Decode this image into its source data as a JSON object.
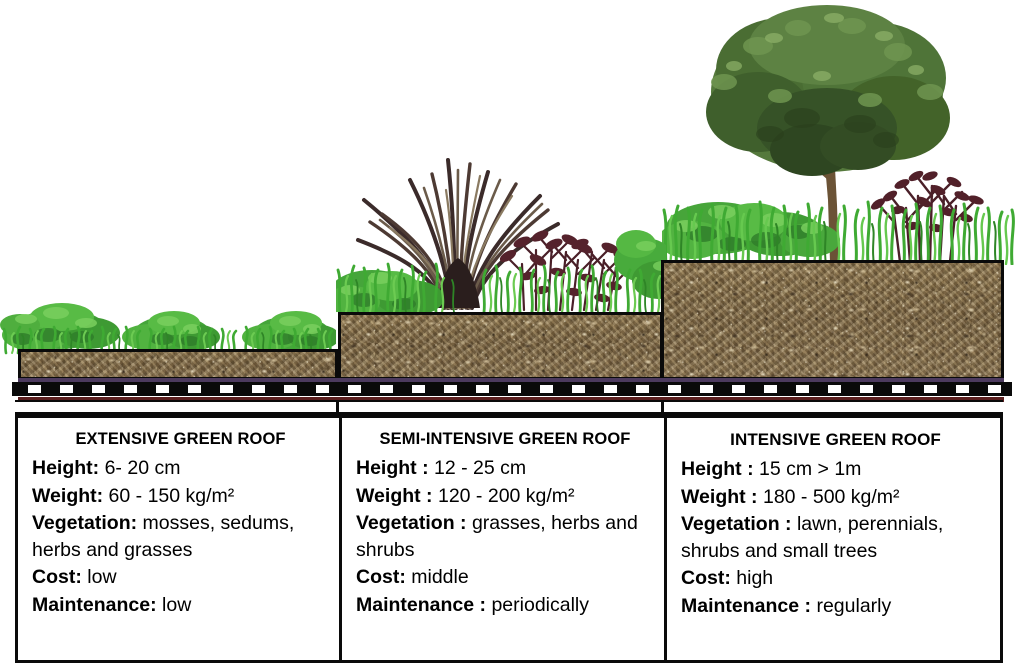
{
  "figure": {
    "title": "Green roof types comparison",
    "colors": {
      "substrate": "#8a7550",
      "filter_layer": "#4c3a5e",
      "drainage_layer": "#0a0a0a",
      "waterproof_layer": "#5c1f1f",
      "deck": "#ffffff",
      "outline": "#0a0a0a",
      "grass_green": "#3faa33",
      "foliage_green": "#2f7d2a",
      "tree_canopy": "#4a6b35",
      "burgundy_shrub": "#4a1f28",
      "bronze_grass": "#3a2a28"
    }
  },
  "panels": [
    {
      "id": "extensive",
      "title": "EXTENSIVE GREEN ROOF",
      "specs": [
        {
          "label": "Height",
          "sep": ":",
          "value": " 6- 20 cm"
        },
        {
          "label": "Weight",
          "sep": ":",
          "value": " 60 - 150 kg/m²"
        },
        {
          "label": "Vegetation",
          "sep": ":",
          "value": " mosses, sedums, herbs and grasses"
        },
        {
          "label": "Cost",
          "sep": ":",
          "value": " low"
        },
        {
          "label": "Maintenance",
          "sep": ":",
          "value": " low"
        }
      ]
    },
    {
      "id": "semi-intensive",
      "title": "SEMI-INTENSIVE GREEN ROOF",
      "specs": [
        {
          "label": "Height",
          "sep": " :",
          "value": " 12 - 25 cm"
        },
        {
          "label": "Weight",
          "sep": " :",
          "value": " 120 - 200 kg/m²"
        },
        {
          "label": "Vegetation",
          "sep": " :",
          "value": " grasses,  herbs and shrubs"
        },
        {
          "label": "Cost",
          "sep": ":",
          "value": " middle"
        },
        {
          "label": "Maintenance",
          "sep": " :",
          "value": " periodically"
        }
      ]
    },
    {
      "id": "intensive",
      "title": "INTENSIVE GREEN ROOF",
      "specs": [
        {
          "label": "Height",
          "sep": " :",
          "value": " 15 cm  > 1m"
        },
        {
          "label": "Weight",
          "sep": " :",
          "value": " 180 - 500 kg/m²"
        },
        {
          "label": "Vegetation",
          "sep": " :",
          "value": " lawn, perennials, shrubs and small trees"
        },
        {
          "label": "Cost",
          "sep": ":",
          "value": " high"
        },
        {
          "label": "Maintenance",
          "sep": " :",
          "value": " regularly"
        }
      ]
    }
  ],
  "roof_sections": [
    {
      "id": "extensive",
      "substrate_depth_label": "6- 20 cm",
      "vegetation": [
        "sedum mats",
        "low herbs",
        "short grass"
      ]
    },
    {
      "id": "semi-intensive",
      "substrate_depth_label": "12 - 25 cm",
      "vegetation": [
        "bronze ornamental grass",
        "burgundy shrubs",
        "grasses",
        "herbs"
      ]
    },
    {
      "id": "intensive",
      "substrate_depth_label": "15 cm > 1m",
      "vegetation": [
        "small tree",
        "burgundy shrub",
        "green shrubs",
        "lawn grass"
      ]
    }
  ],
  "roof_layers": [
    {
      "name": "substrate",
      "role": "growing medium"
    },
    {
      "name": "filter-fleece",
      "role": "filter / root barrier"
    },
    {
      "name": "drainage",
      "role": "drainage layer"
    },
    {
      "name": "waterproofing",
      "role": "waterproof membrane"
    },
    {
      "name": "deck",
      "role": "structural roof deck"
    }
  ]
}
